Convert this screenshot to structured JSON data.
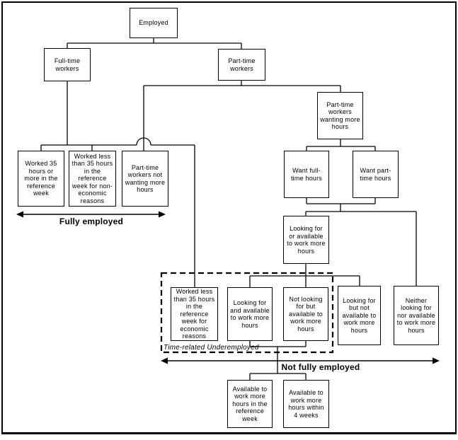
{
  "nodes": {
    "employed": "Employed",
    "full_time_workers": "Full-time workers",
    "part_time_workers": "Part-time workers",
    "part_time_wanting_more": "Part-time workers wanting more hours",
    "worked_35_or_more": "Worked 35 hours or more in the reference week",
    "worked_less_non_economic": "Worked less than 35 hours in the reference week for non-economic reasons",
    "part_time_not_wanting": "Part-time workers not wanting more hours",
    "want_full_time": "Want full-time hours",
    "want_part_time": "Want part-time hours",
    "looking_or_available": "Looking for or available to work more hours",
    "worked_less_economic": "Worked less than 35 hours in the reference week for economic reasons",
    "looking_and_available": "Looking for and available to work more hours",
    "not_looking_but_available": "Not looking for but available to work more hours",
    "looking_but_not_available": "Looking for but not available to work more hours",
    "neither_looking_nor_available": "Neither looking for nor available to work more hours",
    "available_reference_week": "Available to work more hours in the reference week",
    "available_4_weeks": "Available to work more hours within 4 weeks"
  },
  "annotations": {
    "fully_employed": "Fully employed",
    "not_fully_employed": "Not fully employed",
    "time_related_underemployed": "Time-related Underemployed"
  },
  "colors": {
    "line": "#000000",
    "background": "#ffffff"
  }
}
